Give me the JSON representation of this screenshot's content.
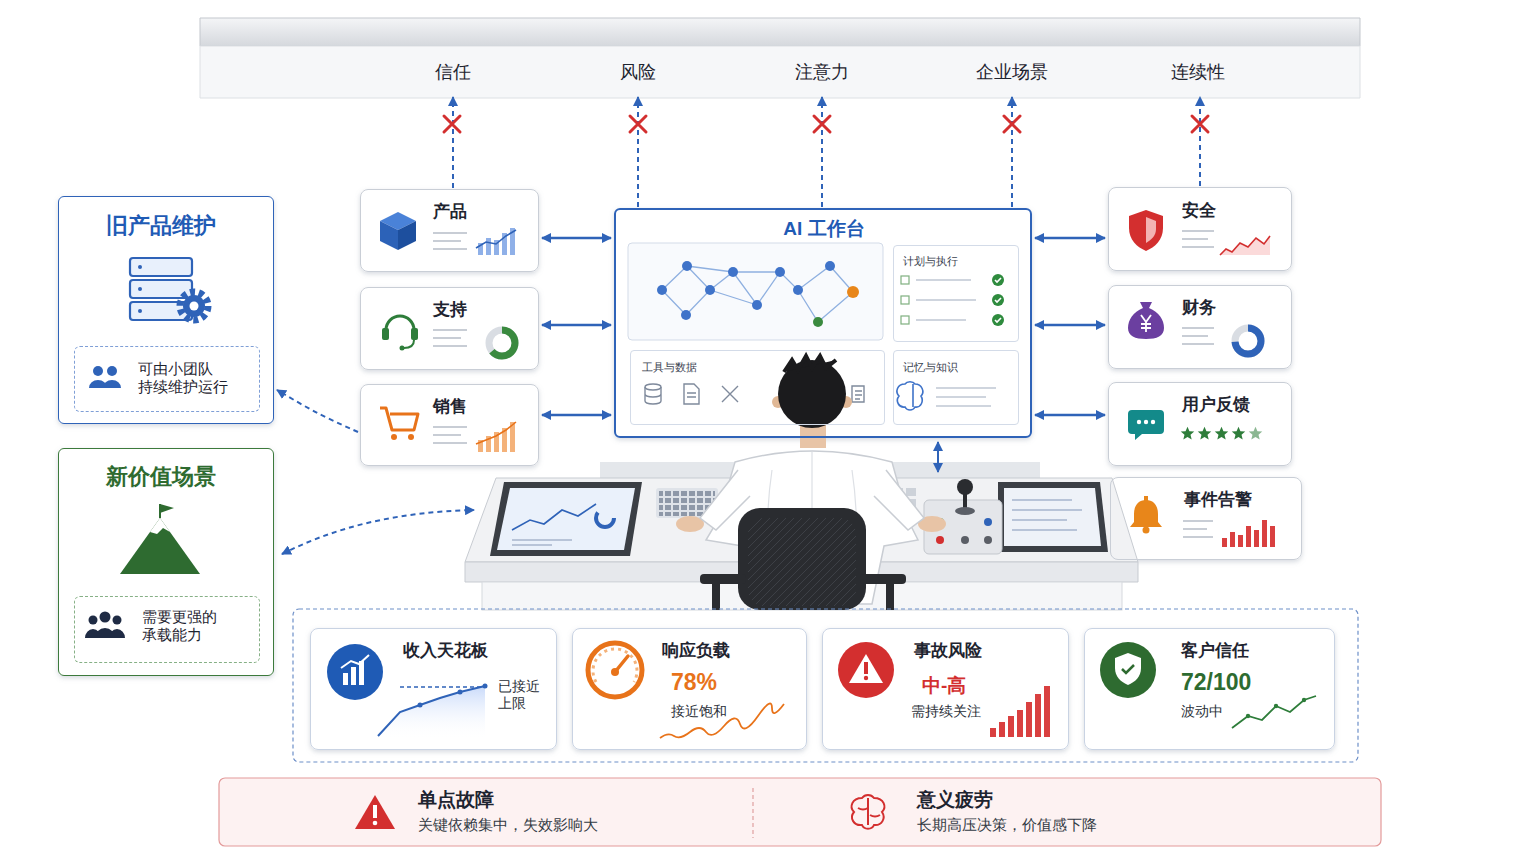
{
  "diagram": {
    "nodes": [
      {
        "text": [
          "信任",
          "风险",
          "注意力",
          "企业场景",
          "连续性"
        ]
      },
      {
        "text": [
          "旧产品维护"
        ]
      },
      {
        "text": [
          "可由小团队 持续维护运行"
        ],
        "in": 1
      },
      {
        "text": [
          "新价值场景"
        ]
      },
      {
        "text": [
          "需要更强的 承载能力"
        ],
        "in": 3
      },
      {
        "text": [
          "产品"
        ]
      },
      {
        "text": [
          "支持"
        ]
      },
      {
        "text": [
          "销售"
        ]
      },
      {
        "text": [
          "AI 工作台"
        ]
      },
      {
        "text": [
          "计划与执行"
        ],
        "in": 8
      },
      {
        "text": [
          "工具与数据"
        ],
        "in": 8
      },
      {
        "text": [
          "记忆与知识"
        ],
        "in": 8
      },
      {
        "text": [
          "安全"
        ]
      },
      {
        "text": [
          "财务"
        ]
      },
      {
        "text": [
          "用户反馈"
        ]
      },
      {
        "text": [
          "事件告警"
        ]
      },
      {
        "text": [
          "收入天花板",
          "已接近 上限"
        ]
      },
      {
        "text": [
          "响应负载",
          "78%",
          "接近饱和"
        ]
      },
      {
        "text": [
          "事故风险",
          "中-高",
          "需持续关注"
        ]
      },
      {
        "text": [
          "客户信任",
          "72/100",
          "波动中"
        ]
      },
      {
        "text": [
          "单点故障",
          "关键依赖集中，失效影响大"
        ]
      },
      {
        "text": [
          "意义疲劳",
          "长期高压决策，价值感下降"
        ]
      }
    ],
    "edges": [
      {
        "from": 5,
        "to": 0,
        "arrow": "to"
      },
      {
        "from": 8,
        "to": 0,
        "arrow": "to"
      },
      {
        "from": 8,
        "to": 0,
        "arrow": "to"
      },
      {
        "from": 8,
        "to": 0,
        "arrow": "to"
      },
      {
        "from": 12,
        "to": 0,
        "arrow": "to"
      },
      {
        "from": 5,
        "to": 8,
        "arrow": "both"
      },
      {
        "from": 6,
        "to": 8,
        "arrow": "both"
      },
      {
        "from": 7,
        "to": 8,
        "arrow": "both"
      },
      {
        "from": 8,
        "to": 12,
        "arrow": "both"
      },
      {
        "from": 8,
        "to": 13,
        "arrow": "both"
      },
      {
        "from": 8,
        "to": 14,
        "arrow": "both"
      },
      {
        "from": 7,
        "to": 1,
        "arrow": "to"
      }
    ]
  }
}
